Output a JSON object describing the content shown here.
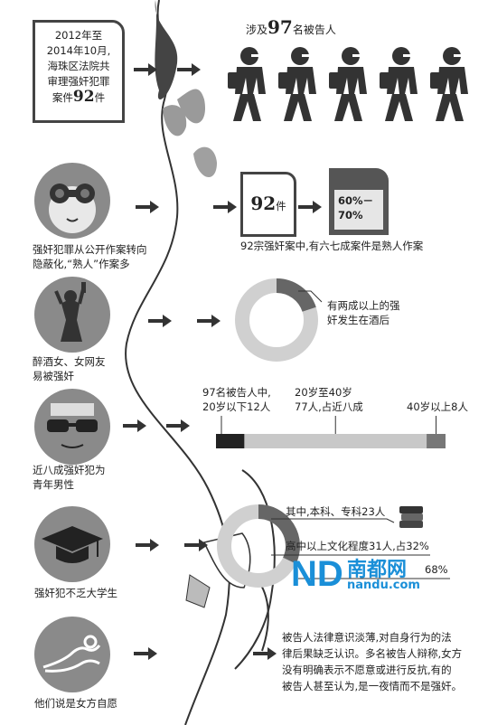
{
  "section1": {
    "case_text_line1": "2012年至",
    "case_text_line2": "2014年10月,",
    "case_text_line3": "海珠区法院共",
    "case_text_line4": "审理强奸犯罪",
    "case_text_line5_prefix": "案件",
    "case_count": "92",
    "case_unit": "件",
    "defendants_prefix": "涉及",
    "defendants_count": "97",
    "defendants_suffix": "名被告人"
  },
  "section2": {
    "caption_line1": "强奸犯罪从公开作案转向",
    "caption_line2": "隐蔽化,“熟人”作案多",
    "doc1_count": "92",
    "doc1_unit": "件",
    "doc2_line1": "60%－",
    "doc2_line2": "70%",
    "summary": "92宗强奸案中,有六七成案件是熟人作案"
  },
  "section3": {
    "caption_line1": "醉酒女、女网友",
    "caption_line2": "易被强奸",
    "note_line1": "有两成以上的强",
    "note_line2": "奸发生在酒后",
    "donut_fraction": 0.2
  },
  "section4": {
    "caption_line1": "近八成强奸犯为",
    "caption_line2": "青年男性",
    "label_a_line1": "97名被告人中,",
    "label_a_line2": "20岁以下12人",
    "label_b_line1": "20岁至40岁",
    "label_b_line2": "77人,占近八成",
    "label_c": "40岁以上8人",
    "bar_segments": [
      12,
      77,
      8
    ]
  },
  "section5": {
    "caption": "强奸犯不乏大学生",
    "label_a": "其中,本科、专科23人",
    "label_b": "高中以上文化程度31人,占32%",
    "label_c": "68%",
    "donut_fraction": 0.32
  },
  "section6": {
    "caption": "他们说是女方自愿",
    "paragraph_line1": "被告人法律意识淡薄,对自身行为的法",
    "paragraph_line2": "律后果缺乏认识。多名被告人辩称,女方",
    "paragraph_line3": "没有明确表示不愿意或进行反抗,有的",
    "paragraph_line4": "被告人甚至认为,是一夜情而不是强奸。"
  },
  "watermark": {
    "logo_letters": "ND",
    "name": "南都网",
    "url": "nandu.com"
  },
  "colors": {
    "dark": "#333333",
    "mid": "#8a8a8a",
    "light": "#cfcfcf",
    "accent_blue": "#1a8fd8"
  }
}
